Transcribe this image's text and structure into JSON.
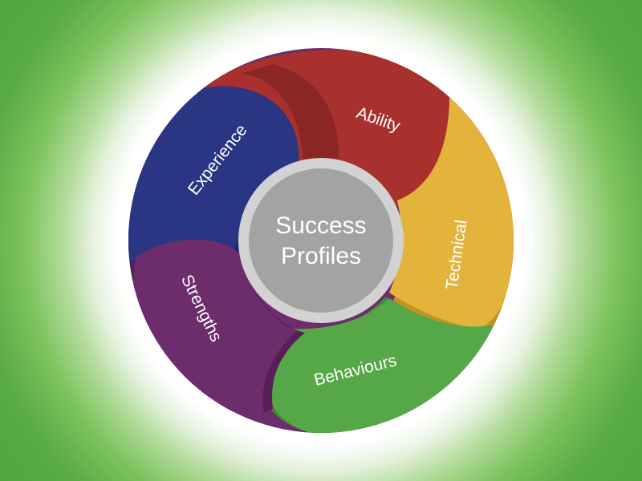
{
  "diagram": {
    "center": {
      "line1": "Success",
      "line2": "Profiles",
      "fill": "#a3a3a3",
      "ring": "#d2d2d2"
    },
    "segments": [
      {
        "label": "Ability",
        "color": "#a8312e",
        "shade": "#8a2624"
      },
      {
        "label": "Technical",
        "color": "#e4b33c",
        "shade": "#c39325"
      },
      {
        "label": "Behaviours",
        "color": "#56a747",
        "shade": "#44883a"
      },
      {
        "label": "Strengths",
        "color": "#6d2c6c",
        "shade": "#561f56"
      },
      {
        "label": "Experience",
        "color": "#2a3583",
        "shade": "#1f2868"
      }
    ],
    "background": "#4d9f3e"
  }
}
